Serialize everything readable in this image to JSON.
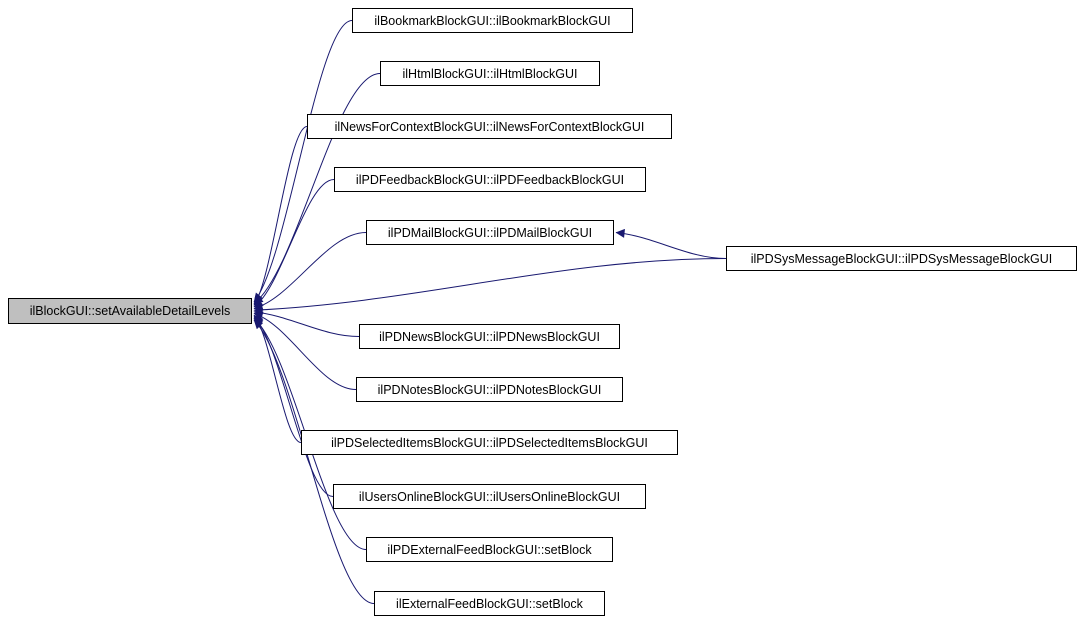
{
  "diagram": {
    "type": "call-graph",
    "colors": {
      "edge": "#191970",
      "main_node_fill": "#bfbfbf",
      "node_fill": "#ffffff",
      "node_border": "#000000",
      "background": "#ffffff"
    },
    "main_id": "main",
    "nodes": [
      {
        "id": "main",
        "label": "ilBlockGUI::setAvailableDetailLevels",
        "highlighted": true
      },
      {
        "id": "bookmark",
        "label": "ilBookmarkBlockGUI::ilBookmarkBlockGUI"
      },
      {
        "id": "html",
        "label": "ilHtmlBlockGUI::ilHtmlBlockGUI"
      },
      {
        "id": "newsforcontext",
        "label": "ilNewsForContextBlockGUI::ilNewsForContextBlockGUI"
      },
      {
        "id": "pdfeedback",
        "label": "ilPDFeedbackBlockGUI::ilPDFeedbackBlockGUI"
      },
      {
        "id": "pdmail",
        "label": "ilPDMailBlockGUI::ilPDMailBlockGUI"
      },
      {
        "id": "pdsysmessage",
        "label": "ilPDSysMessageBlockGUI::ilPDSysMessageBlockGUI"
      },
      {
        "id": "pdnews",
        "label": "ilPDNewsBlockGUI::ilPDNewsBlockGUI"
      },
      {
        "id": "pdnotes",
        "label": "ilPDNotesBlockGUI::ilPDNotesBlockGUI"
      },
      {
        "id": "pdselecteditems",
        "label": "ilPDSelectedItemsBlockGUI::ilPDSelectedItemsBlockGUI"
      },
      {
        "id": "usersonline",
        "label": "ilUsersOnlineBlockGUI::ilUsersOnlineBlockGUI"
      },
      {
        "id": "pdexternalfeed",
        "label": "ilPDExternalFeedBlockGUI::setBlock"
      },
      {
        "id": "externalfeed",
        "label": "ilExternalFeedBlockGUI::setBlock"
      }
    ],
    "edges": [
      {
        "from": "bookmark",
        "to": "main"
      },
      {
        "from": "html",
        "to": "main"
      },
      {
        "from": "newsforcontext",
        "to": "main"
      },
      {
        "from": "pdfeedback",
        "to": "main"
      },
      {
        "from": "pdmail",
        "to": "main"
      },
      {
        "from": "pdsysmessage",
        "to": "pdmail"
      },
      {
        "from": "pdsysmessage",
        "to": "main"
      },
      {
        "from": "pdnews",
        "to": "main"
      },
      {
        "from": "pdnotes",
        "to": "main"
      },
      {
        "from": "pdselecteditems",
        "to": "main"
      },
      {
        "from": "usersonline",
        "to": "main"
      },
      {
        "from": "pdexternalfeed",
        "to": "main"
      },
      {
        "from": "externalfeed",
        "to": "main"
      }
    ]
  }
}
